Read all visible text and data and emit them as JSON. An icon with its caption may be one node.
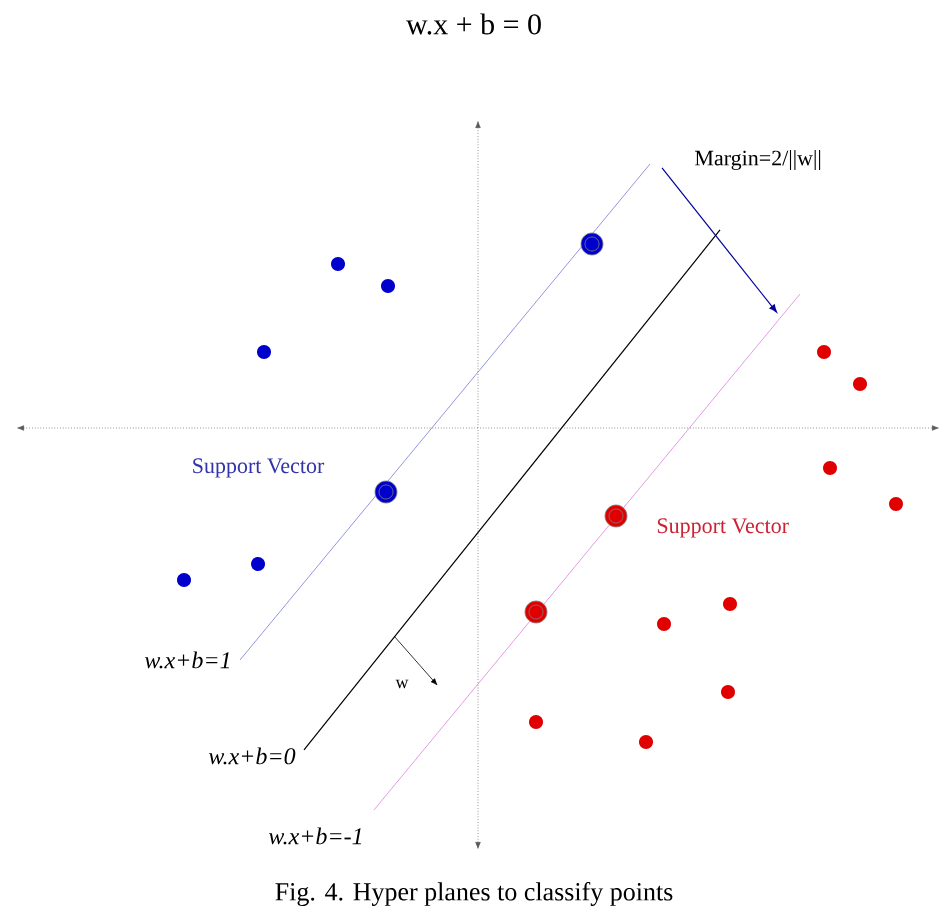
{
  "diagram": {
    "title": "w.x + b = 0",
    "caption": "Fig. 4. Hyper planes to classify points",
    "labels": [
      "Margin=2/||w||",
      "Support Vector",
      "Support Vector",
      "w.x+b=1",
      "w.x+b=0",
      "w.x+b=-1",
      "w"
    ]
  }
}
